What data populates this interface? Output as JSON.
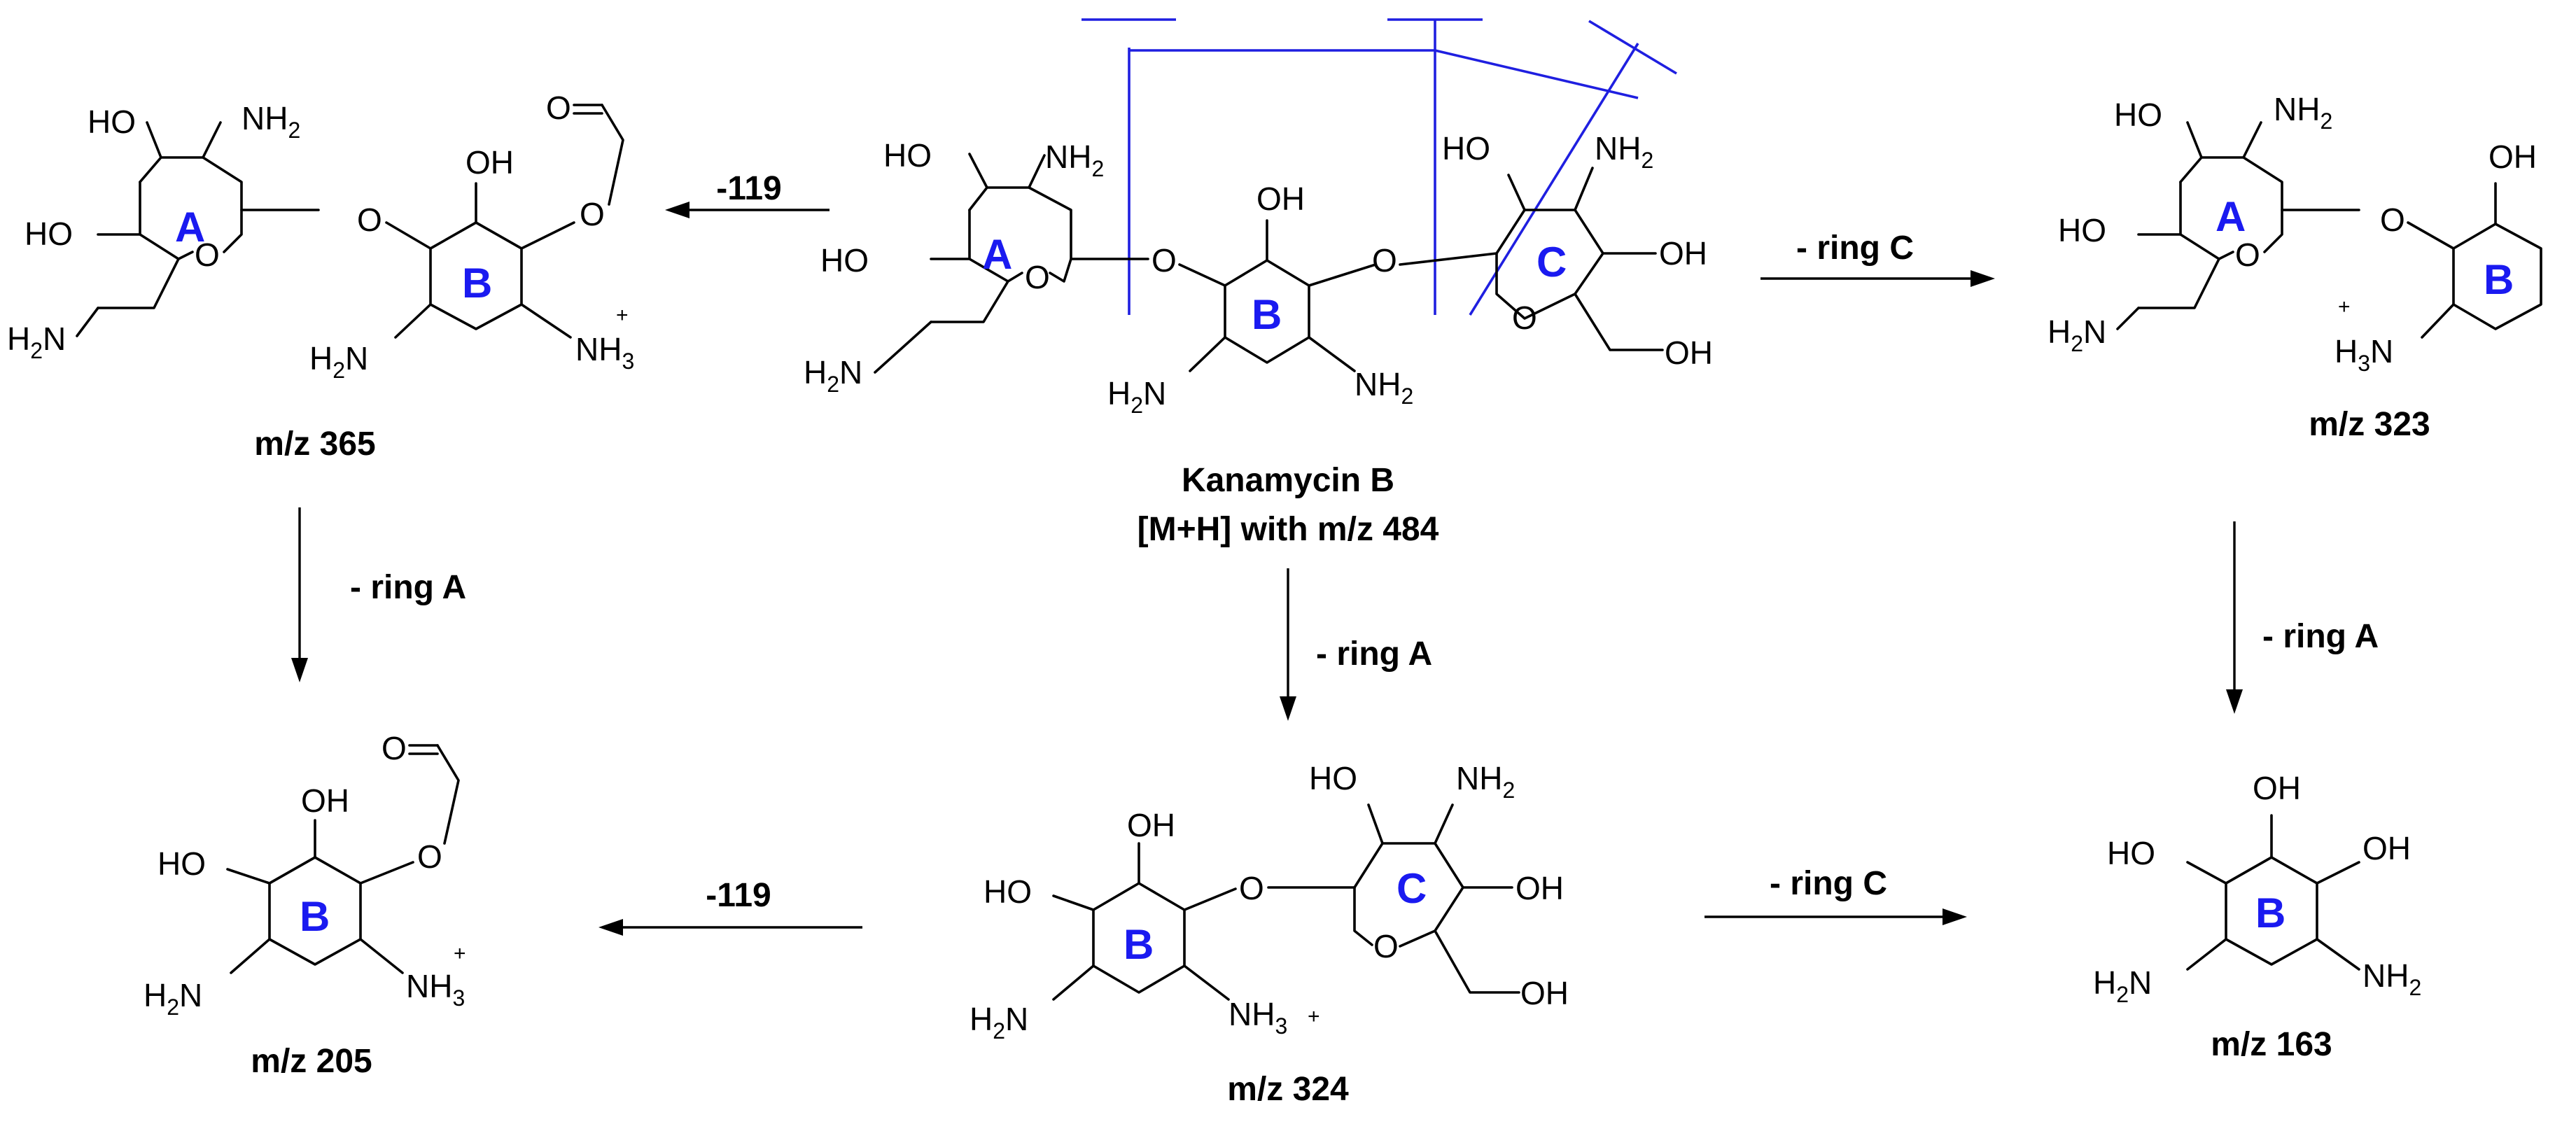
{
  "theme": {
    "ring_label_color": "#1a1af0",
    "cleavage_line_color": "#1f1fe0",
    "ink": "#000000"
  },
  "rings": {
    "a": "A",
    "b": "B",
    "c": "C"
  },
  "groups": {
    "oh": "OH",
    "ho": "HO",
    "nh": "NH",
    "hn": "HN",
    "h": "H",
    "n": "N",
    "o": "O",
    "two": "2",
    "three": "3",
    "plus": "+"
  },
  "steps": {
    "minus_119": "-119",
    "minus_ring_a": "- ring A",
    "minus_ring_c": "- ring C"
  },
  "captions": {
    "parent_name": "Kanamycin B",
    "parent_ion": "[M+H] with m/z 484",
    "mz_365": "m/z 365",
    "mz_323": "m/z 323",
    "mz_205": "m/z 205",
    "mz_324": "m/z 324",
    "mz_163": "m/z 163"
  }
}
